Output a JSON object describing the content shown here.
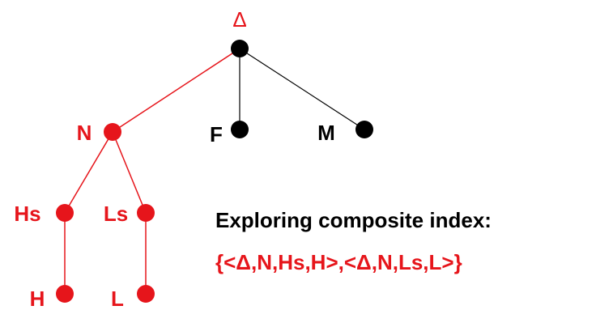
{
  "colors": {
    "highlight": "#e6151b",
    "default": "#000000"
  },
  "tree": {
    "root": {
      "label": "Δ",
      "color": "highlight"
    },
    "nodes": {
      "n": {
        "label": "N",
        "color": "highlight"
      },
      "f": {
        "label": "F",
        "color": "default"
      },
      "m": {
        "label": "M",
        "color": "default"
      },
      "hs": {
        "label": "Hs",
        "color": "highlight"
      },
      "ls": {
        "label": "Ls",
        "color": "highlight"
      },
      "h": {
        "label": "H",
        "color": "highlight"
      },
      "l": {
        "label": "L",
        "color": "highlight"
      }
    }
  },
  "caption": {
    "title": "Exploring composite index:",
    "index": "{<Δ,N,Hs,H>,<Δ,N,Ls,L>}"
  }
}
